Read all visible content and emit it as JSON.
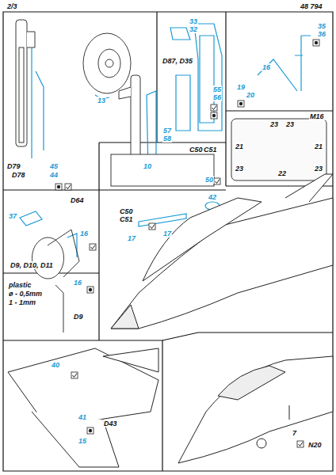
{
  "diagram": {
    "labels": [
      "2/3",
      "48 794",
      "13",
      "D79",
      "D78",
      "45",
      "44",
      "33",
      "32",
      "D87, D35",
      "55",
      "56",
      "57",
      "58",
      "35",
      "36",
      "19",
      "20",
      "16",
      "M16",
      "23",
      "23",
      "21",
      "21",
      "23",
      "23",
      "22",
      "D64",
      "37",
      "16",
      "D9, D10, D11",
      "C50",
      "C51",
      "10",
      "50",
      "C50",
      "C51",
      "17",
      "17",
      "42",
      "plastic",
      "ø - 0,5mm",
      "1 - 1mm",
      "16",
      "D9",
      "40",
      "41",
      "D43",
      "15",
      "7",
      "N20"
    ]
  }
}
